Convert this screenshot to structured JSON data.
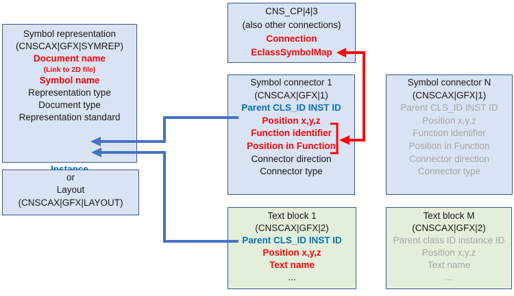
{
  "colors": {
    "light_blue": "#dae3f3",
    "green": "#e3efda",
    "border_blue": "#2e5597",
    "arrow_blue": "#4472c4",
    "text_blue": "#0070c0",
    "red": "#fb0505",
    "gray": "#a6a6a6",
    "black": "#171717"
  },
  "symbol_representation": {
    "title": "Symbol representation",
    "subtitle": "(CNSCAX|GFX|SYMREP)",
    "document_name": "Document name",
    "link_note": "(Link to 2D file)",
    "symbol_name": "Symbol name",
    "representation_type": "Representation type",
    "document_type": "Document type",
    "representation_standard": "Representation standard",
    "instance": "Instance"
  },
  "layout_box": {
    "or": "or",
    "title": "Layout",
    "subtitle": "(CNSCAX|GFX|LAYOUT)"
  },
  "cns_cp": {
    "title": "CNS_CP|4|3",
    "subtitle": "(also other connections)",
    "connection": "Connection",
    "eclass_symbol_map": "EclassSymbolMap"
  },
  "symbol_connector_1": {
    "title": "Symbol connector 1",
    "subtitle": "(CNSCAX|GFX|1)",
    "parent": "Parent CLS_ID INST ID",
    "position": "Position x,y,z",
    "function_identifier": "Function identifier",
    "position_in_function": "Position in Function",
    "connector_direction": "Connector direction",
    "connector_type": "Connector type"
  },
  "symbol_connector_n": {
    "title": "Symbol connector N",
    "subtitle": "(CNSCAX|GFX|1)",
    "parent": "Parent CLS_ID INST ID",
    "position": "Position x,y,z",
    "function_identifier": "Function identifier",
    "position_in_function": "Position in Function",
    "connector_direction": "Connector direction",
    "connector_type": "Connector type"
  },
  "text_block_1": {
    "title": "Text block 1",
    "subtitle": "(CNSCAX|GFX|2)",
    "parent": "Parent CLS_ID INST ID",
    "position": "Position x,y,z",
    "text_name": "Text name",
    "ellipsis": "..."
  },
  "text_block_m": {
    "title": "Text block M",
    "subtitle": "(CNSCAX|GFX|2)",
    "parent": "Parent class ID instance ID",
    "position": "Position x,y,z",
    "text_name": "Text name",
    "ellipsis": "..."
  },
  "arrows": [
    {
      "name": "connector1-parent-to-instance",
      "color": "blue"
    },
    {
      "name": "textblock1-parent-to-instance",
      "color": "blue"
    },
    {
      "name": "function-fields-to-eclass-symbol-map",
      "color": "red"
    }
  ]
}
